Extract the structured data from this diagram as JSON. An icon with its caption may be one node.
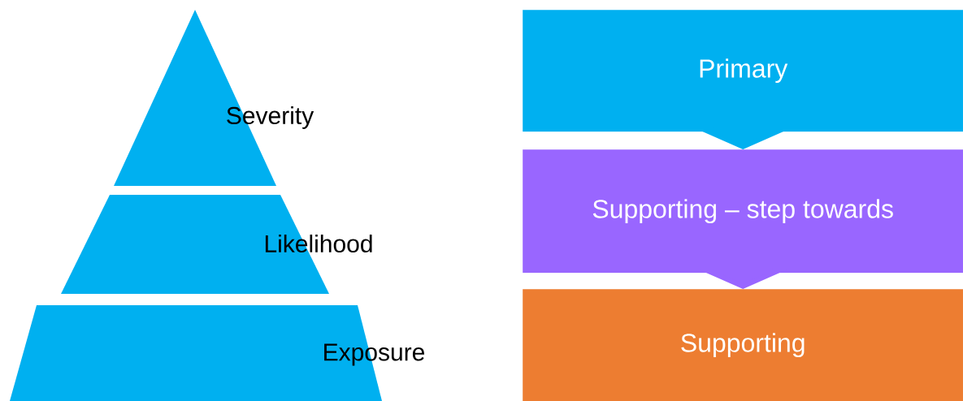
{
  "diagram": {
    "nodes": [
      {
        "text": [
          "Severity"
        ]
      },
      {
        "text": [
          "Likelihood"
        ]
      },
      {
        "text": [
          "Exposure"
        ]
      },
      {
        "text": [
          "Primary"
        ]
      },
      {
        "text": [
          "Supporting – step towards"
        ]
      },
      {
        "text": [
          "Supporting"
        ]
      }
    ],
    "edges": [
      {
        "from": 3,
        "to": 4,
        "arrow": "to",
        "color": "#00b0f0"
      },
      {
        "from": 4,
        "to": 5,
        "arrow": "to",
        "color": "#9966ff"
      }
    ]
  }
}
